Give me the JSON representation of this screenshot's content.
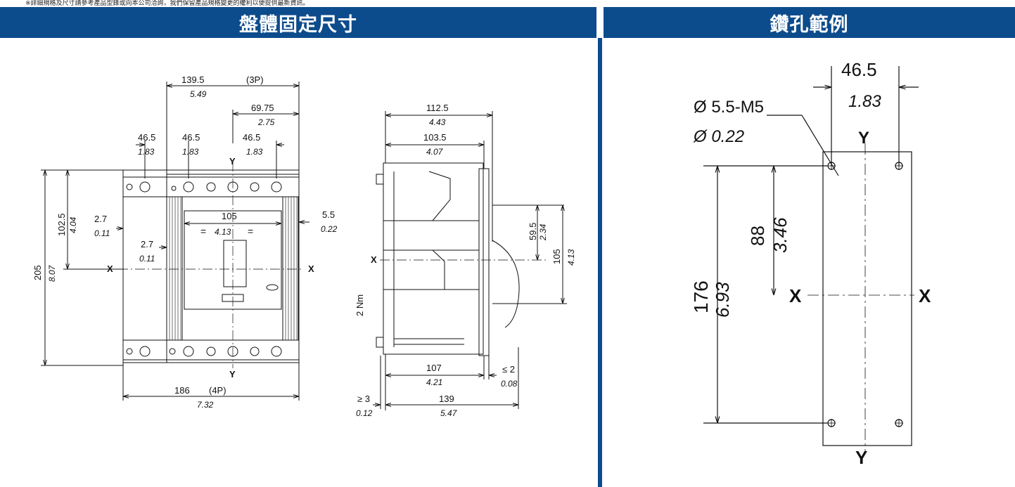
{
  "top_note": "※詳細規格及尺寸請參考產品型錄或向本公司洽詢，我們保留產品規格變更的權利以便提供最新資訊。",
  "headers": {
    "left": "盤體固定尺寸",
    "right": "鑽孔範例"
  },
  "front_view": {
    "width_3p_mm": "139.5",
    "width_3p_in": "5.49",
    "label_3p": "(3P)",
    "half_width_mm": "69.75",
    "half_width_in": "2.75",
    "pitch_mm": "46.5",
    "pitch_in": "1.83",
    "height_mm": "205",
    "height_in": "8.07",
    "half_height_mm": "102.5",
    "half_height_in": "4.04",
    "inner_width_mm": "105",
    "inner_width_in": "4.13",
    "side_gap_mm": "2.7",
    "side_gap_in": "0.11",
    "right_gap_mm": "5.5",
    "right_gap_in": "0.22",
    "width_4p_mm": "186",
    "width_4p_in": "7.32",
    "label_4p": "(4P)",
    "axis_x": "X",
    "axis_y": "Y",
    "equal_mark": "="
  },
  "side_view": {
    "depth1_mm": "112.5",
    "depth1_in": "4.43",
    "depth2_mm": "103.5",
    "depth2_in": "4.07",
    "handle_up_mm": "59.5",
    "handle_up_in": "2.34",
    "handle_range_mm": "105",
    "handle_range_in": "4.13",
    "torque": "2 Nm",
    "base_mm": "107",
    "base_in": "4.21",
    "panel_mm": "≤ 2",
    "panel_in": "0.08",
    "min_gap_mm": "≥ 3",
    "min_gap_in": "0.12",
    "total_mm": "139",
    "total_in": "5.47",
    "axis_x": "X"
  },
  "drilling": {
    "hole_mm": "Ø 5.5-M5",
    "hole_in": "Ø 0.22",
    "spacing_mm": "46.5",
    "spacing_in": "1.83",
    "half_mm": "88",
    "half_in": "3.46",
    "full_mm": "176",
    "full_in": "6.93",
    "axis_x": "X",
    "axis_y": "Y"
  }
}
